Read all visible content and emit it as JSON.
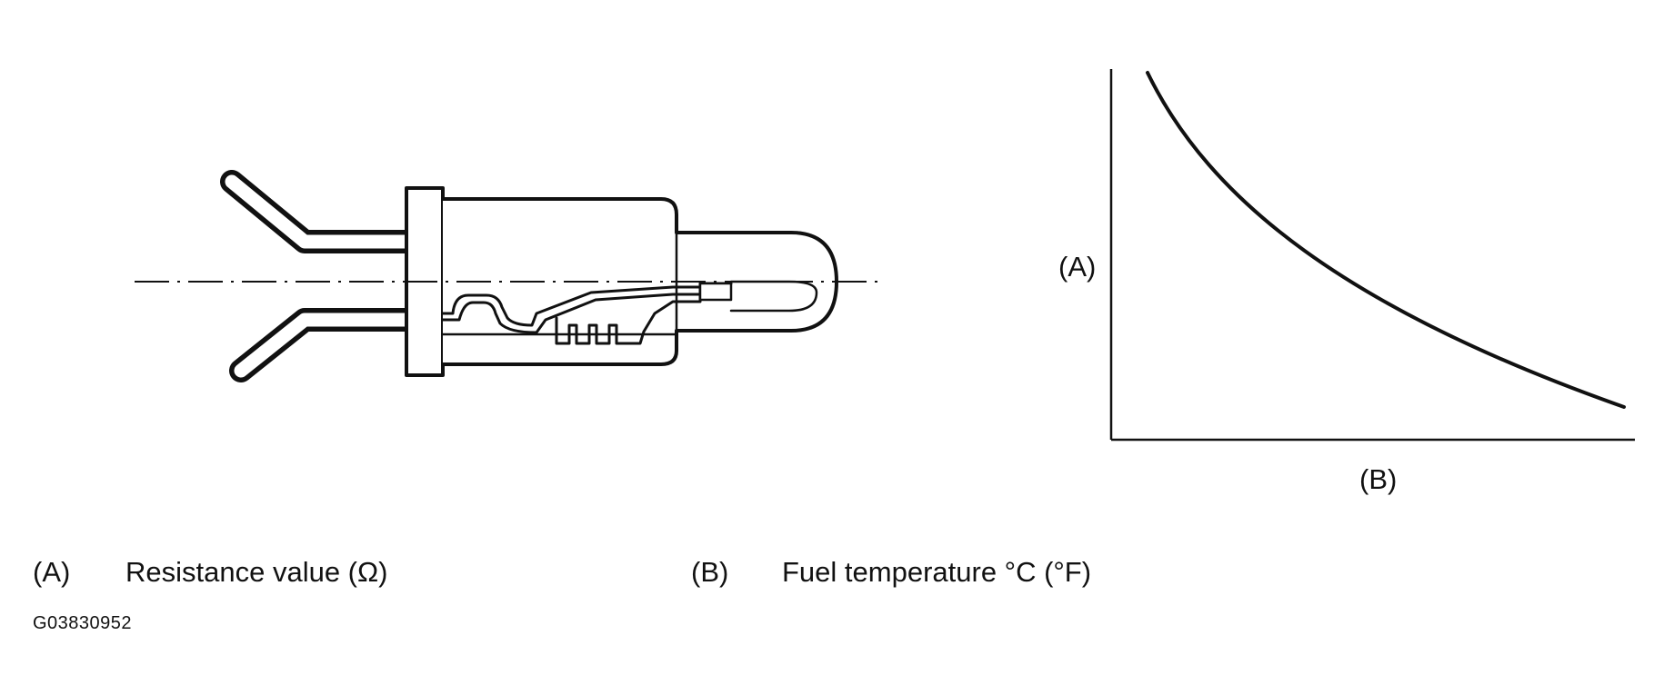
{
  "graph": {
    "axis_y_label": "(A)",
    "axis_x_label": "(B)",
    "curve": "decreasing"
  },
  "legend": {
    "a_key": "(A)",
    "a_text": "Resistance value (Ω)",
    "b_key": "(B)",
    "b_text": "Fuel temperature °C (°F)"
  },
  "figure_id": "G03830952"
}
